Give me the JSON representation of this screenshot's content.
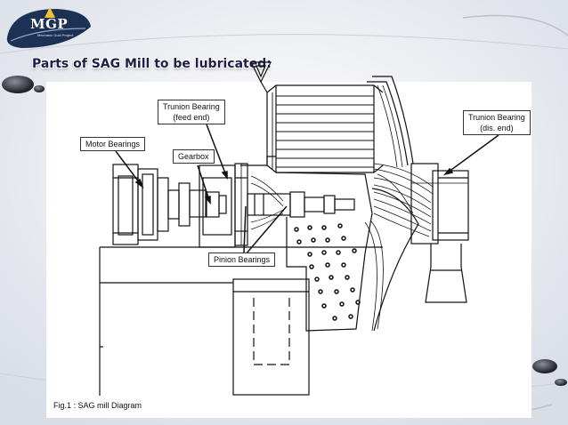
{
  "slide": {
    "title": "Parts of SAG Mill to be lubricated:",
    "caption": "Fig.1 : SAG mill Diagram"
  },
  "logo": {
    "text": "MGP",
    "subtitle": "Mechanic Gold Project"
  },
  "labels": {
    "trunion_feed_line1": "Trunion Bearing",
    "trunion_feed_line2": "(feed end)",
    "trunion_dis_line1": "Trunion Bearing",
    "trunion_dis_line2": "(dis. end)",
    "motor_bearings": "Motor Bearings",
    "gearbox": "Gearbox",
    "pinion_bearings": "Pinion Bearings"
  },
  "colors": {
    "title": "#1d1f4a",
    "background": "#eef1f5",
    "logo_bg": "#1c3154",
    "line": "#111111"
  }
}
